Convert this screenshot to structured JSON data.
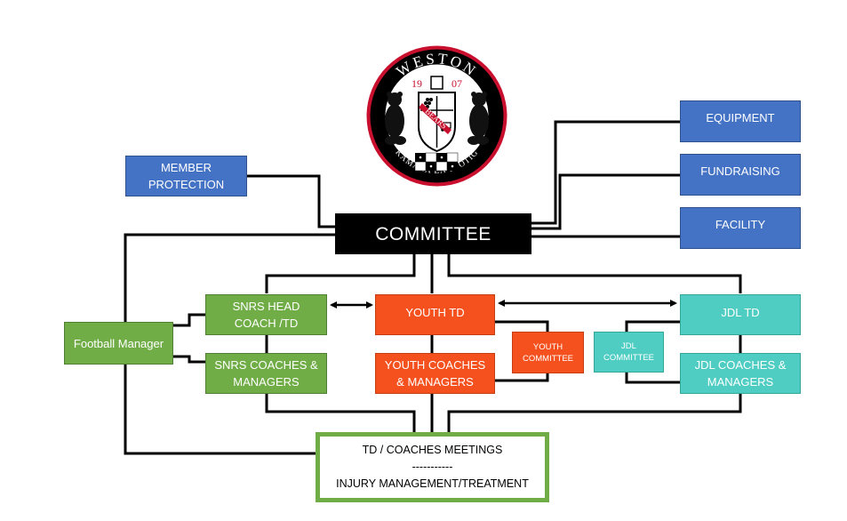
{
  "logo": {
    "top_text": "WESTON",
    "year_left": "19",
    "year_right": "07",
    "ribbon_text": "BEARS",
    "bottom_text": "KAMARA EN SPOTIG",
    "colors": {
      "ring": "#000000",
      "accent": "#c8102e",
      "inner": "#ffffff"
    }
  },
  "boxes": {
    "committee": "COMMITTEE",
    "member_protection": [
      "MEMBER",
      "PROTECTION"
    ],
    "equipment": "EQUIPMENT",
    "fundraising": "FUNDRAISING",
    "facility": "FACILITY",
    "football_manager": "Football Manager",
    "snrs_head_coach": [
      "SNRS HEAD",
      "COACH /TD"
    ],
    "snrs_coaches": [
      "SNRS COACHES &",
      "MANAGERS"
    ],
    "youth_td": "YOUTH TD",
    "youth_coaches": [
      "YOUTH COACHES",
      "& MANAGERS"
    ],
    "youth_committee": [
      "YOUTH",
      "COMMITTEE"
    ],
    "jdl_committee": [
      "JDL",
      "COMMITTEE"
    ],
    "jdl_td": "JDL TD",
    "jdl_coaches": [
      "JDL COACHES &",
      "MANAGERS"
    ],
    "meetings": [
      "TD / COACHES MEETINGS",
      "-----------",
      "INJURY MANAGEMENT/TREATMENT"
    ]
  },
  "colors": {
    "blue": "#4472c4",
    "green": "#70ad47",
    "orange": "#f4511e",
    "teal": "#4fcdc3",
    "committee": "#000000",
    "line": "#000000"
  }
}
